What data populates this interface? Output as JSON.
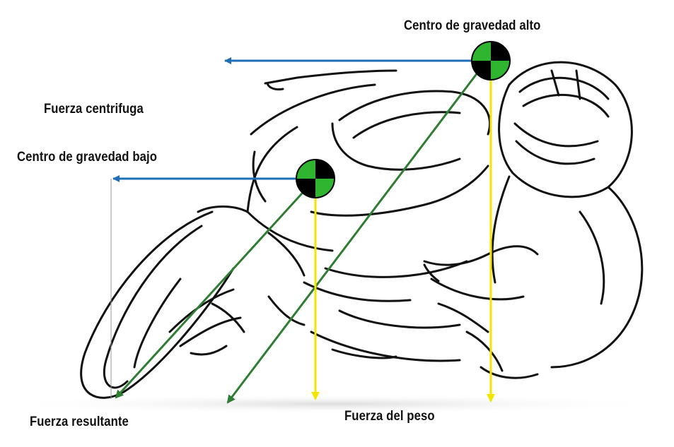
{
  "labels": {
    "cg_high": "Centro de gravedad alto",
    "centrifugal": "Fuerza centrifuga",
    "cg_low": "Centro de gravedad bajo",
    "resultant": "Fuerza resultante",
    "weight": "Fuerza del peso"
  },
  "colors": {
    "centrifugal_arrow": "#1f6fb8",
    "resultant_arrow": "#2e7d32",
    "weight_arrow": "#f2e600",
    "cg_marker_green": "#2fb52f",
    "cg_marker_black": "#000000",
    "outline": "#111111"
  },
  "icons": [
    "cg-marker-icon",
    "motorcycle-rider-illustration"
  ]
}
